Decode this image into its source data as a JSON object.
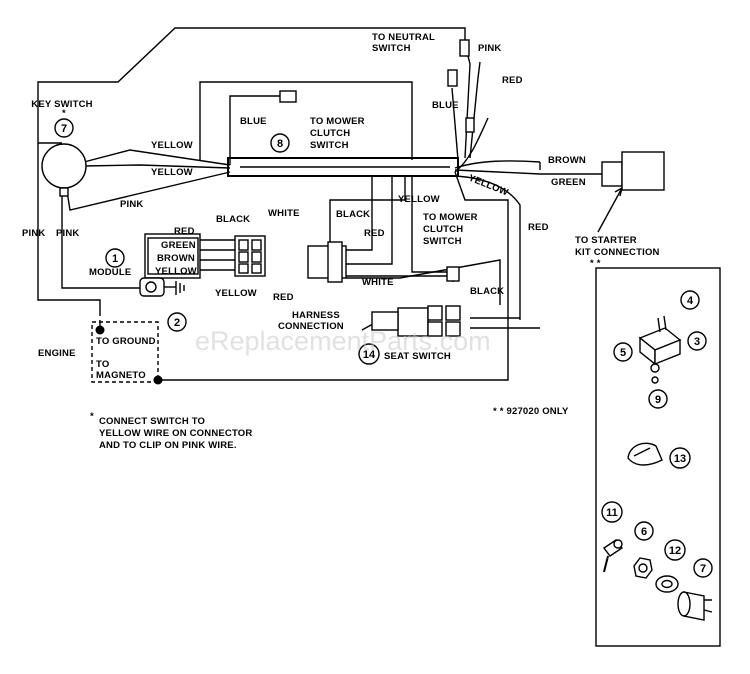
{
  "labels": {
    "key_switch": "KEY SWITCH",
    "key_switch_star": "*",
    "to_neutral_switch_1": "TO NEUTRAL",
    "to_neutral_switch_2": "SWITCH",
    "pink_top": "PINK",
    "red_top": "RED",
    "blue_top": "BLUE",
    "blue_left": "BLUE",
    "to_mower_clutch_top_1": "TO MOWER",
    "to_mower_clutch_top_2": "CLUTCH",
    "to_mower_clutch_top_3": "SWITCH",
    "yellow_1": "YELLOW",
    "yellow_2": "YELLOW",
    "pink_mid": "PINK",
    "brown": "BROWN",
    "green": "GREEN",
    "yellow_right": "YELLOW",
    "yellow_mid": "YELLOW",
    "red_right": "RED",
    "to_starter_1": "TO STARTER",
    "to_starter_2": "KIT CONNECTION",
    "to_starter_stars": "* *",
    "pink_left_1": "PINK",
    "pink_left_2": "PINK",
    "module": "MODULE",
    "red_module": "RED",
    "green_module": "GREEN",
    "brown_module": "BROWN",
    "yellow_module": "YELLOW",
    "black_conn": "BLACK",
    "white_conn": "WHITE",
    "yellow_conn": "YELLOW",
    "red_conn": "RED",
    "black_harness": "BLACK",
    "red_harness": "RED",
    "to_mower_clutch_mid_1": "TO MOWER",
    "to_mower_clutch_mid_2": "CLUTCH",
    "to_mower_clutch_mid_3": "SWITCH",
    "white_harness": "WHITE",
    "harness_1": "HARNESS",
    "harness_2": "CONNECTION",
    "black_seat": "BLACK",
    "seat_switch": "SEAT SWITCH",
    "engine": "ENGINE",
    "to_ground": "TO GROUND",
    "to_magneto": "TO",
    "magneto": "MAGNETO",
    "note_star": "*",
    "note_1": "CONNECT SWITCH TO",
    "note_2": "YELLOW WIRE ON CONNECTOR",
    "note_3": "AND TO CLIP ON PINK WIRE.",
    "only_note": "* * 927020 ONLY",
    "watermark": "eReplacementParts.com"
  },
  "callouts": {
    "c7_main": "7",
    "c1": "1",
    "c2": "2",
    "c8": "8",
    "c14": "14",
    "c4": "4",
    "c3": "3",
    "c5": "5",
    "c9": "9",
    "c13": "13",
    "c11": "11",
    "c6": "6",
    "c12": "12",
    "c7_box": "7"
  }
}
